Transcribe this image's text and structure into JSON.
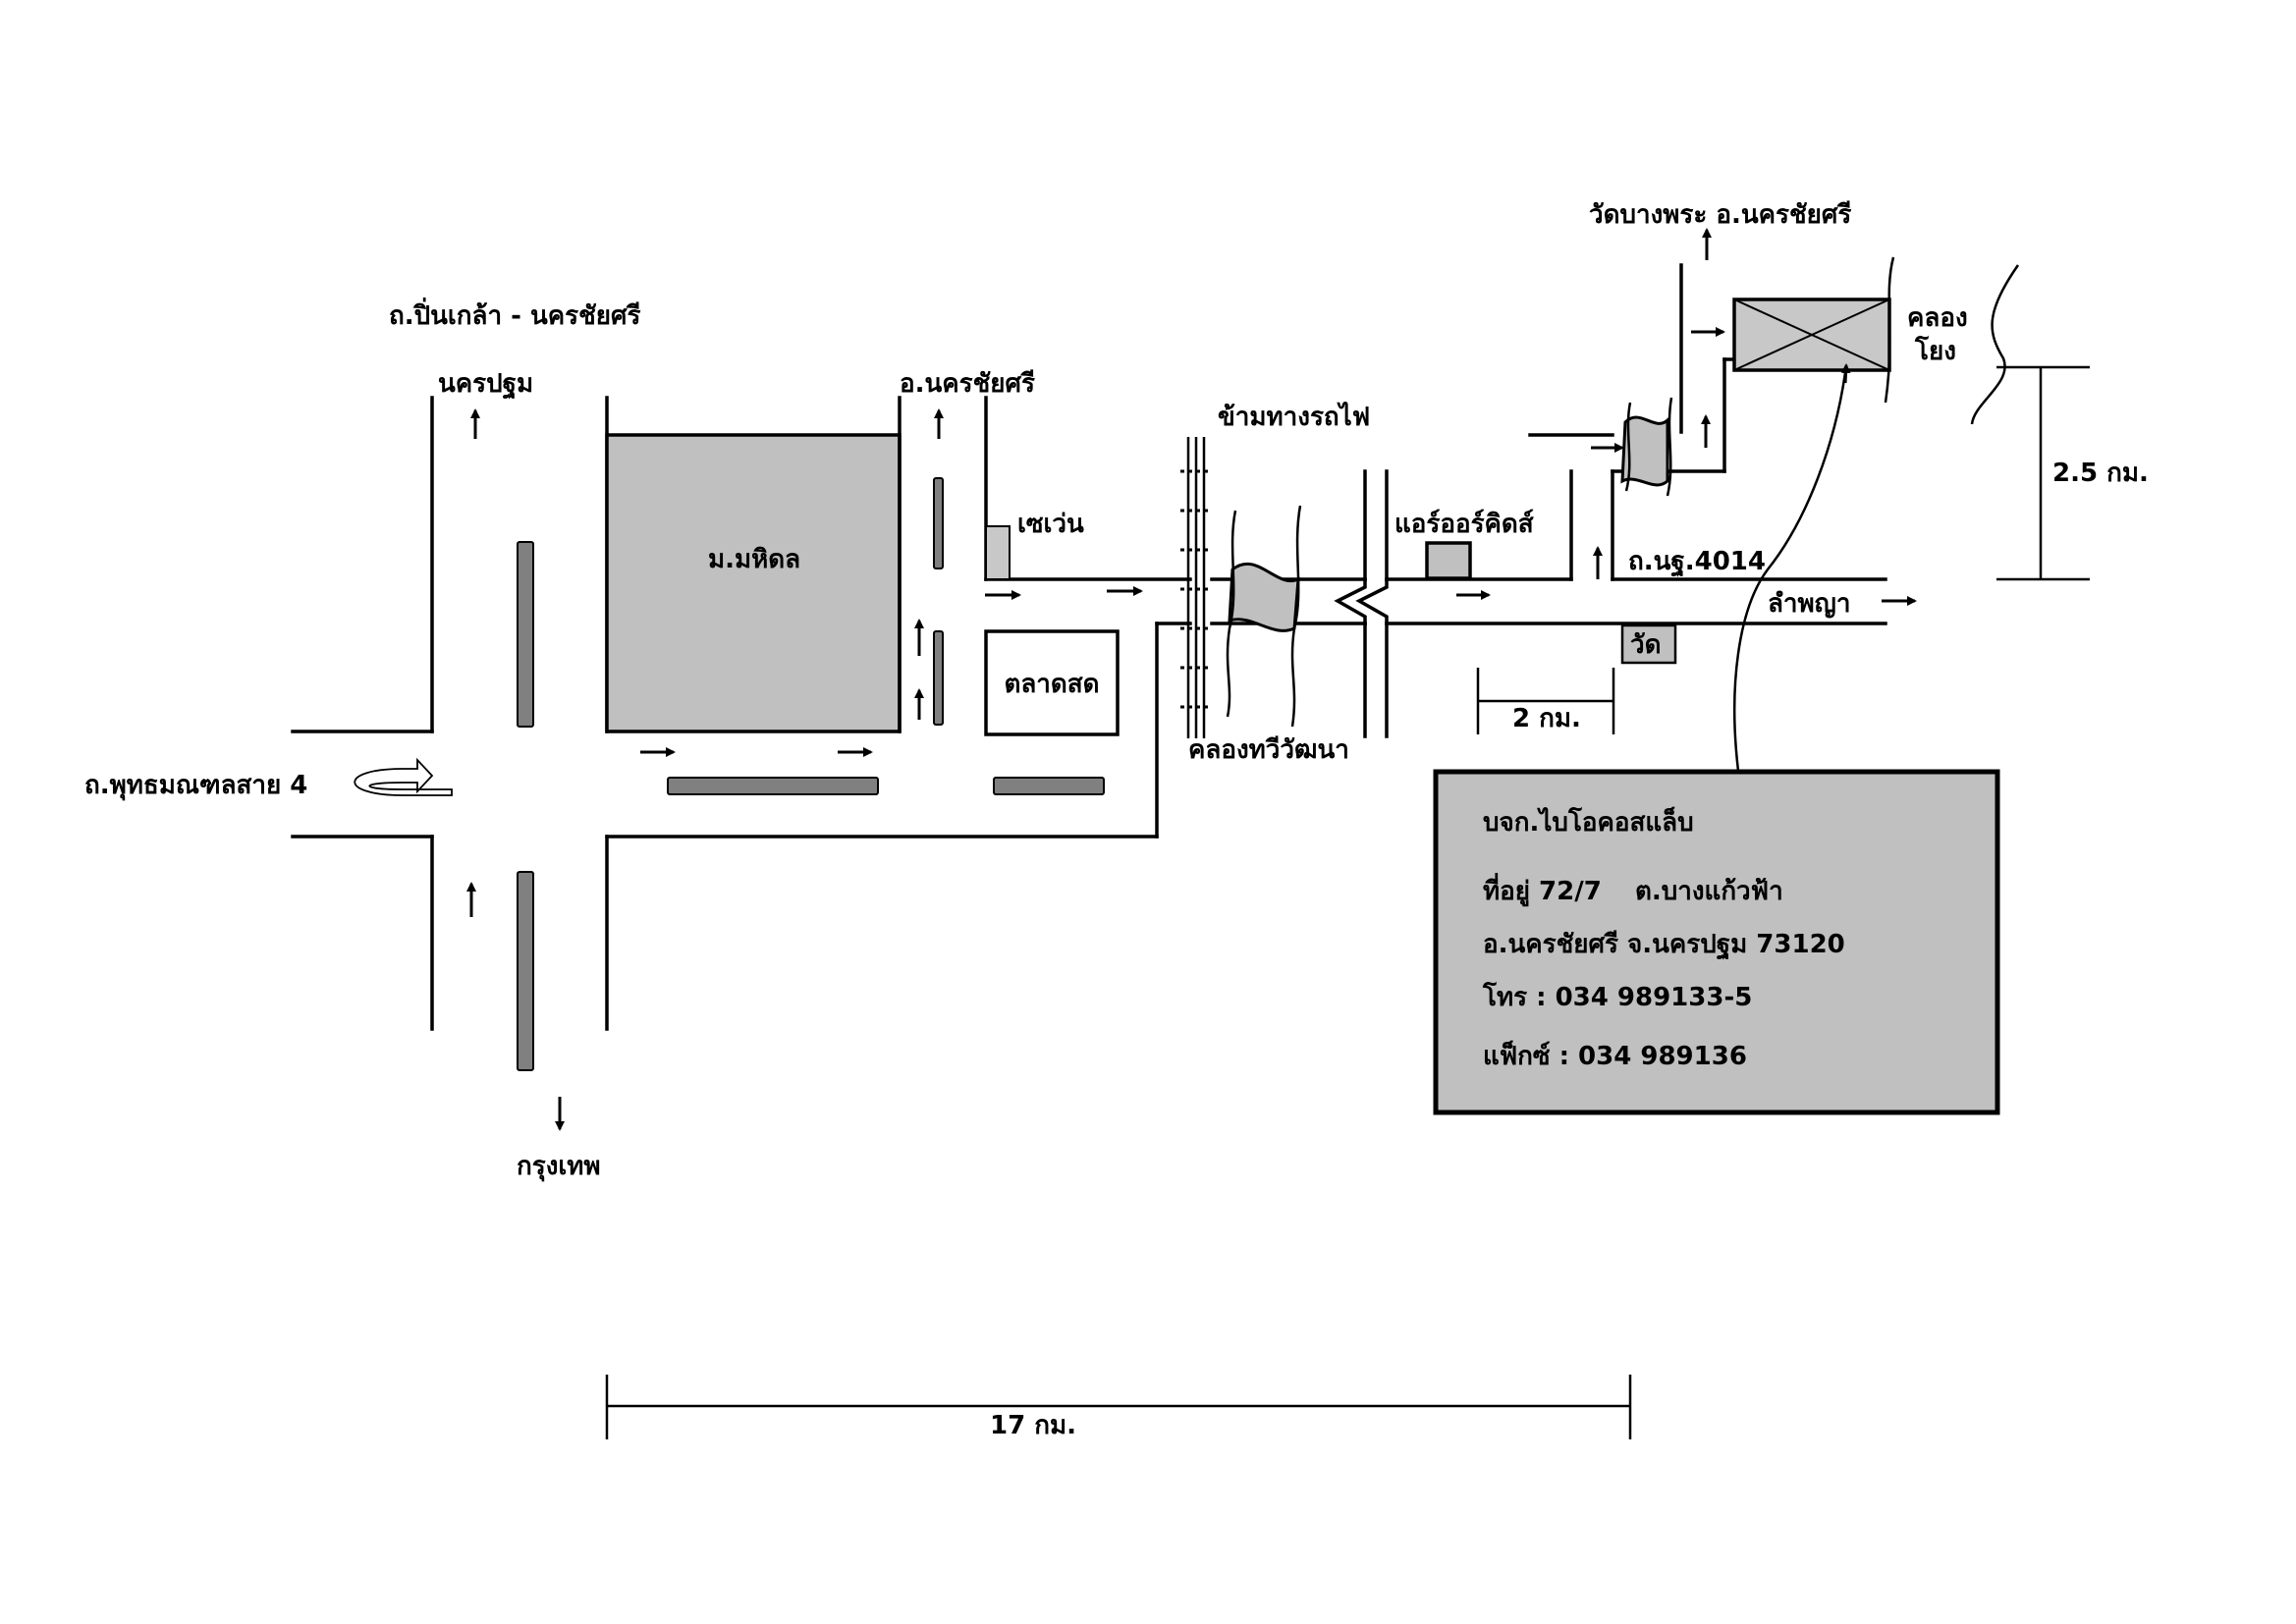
{
  "labels": {
    "road_pinklao": "ถ.ปิ่นเกล้า - นครชัยศรี",
    "nakhon_pathom_north": "นครปฐม",
    "amphoe_nakhon_chai_si": "อ.นครชัยศรี",
    "railway_crossing": "ข้ามทางรถไฟ",
    "wat_bang_phra": "วัดบางพระ อ.นครชัยศรี",
    "khlong_yong": [
      "คลอง",
      "โยง"
    ],
    "distance_right": "2.5 กม.",
    "mahidol": "ม.มหิดล",
    "seven_eleven": "เซเว่น",
    "orchids": "แอร์ออร์คิดส์",
    "road_nor_ror": "ถ.นฐ.4014",
    "lam_phaya": "ลำพญา",
    "fresh_market": "ตลาดสด",
    "temple": "วัด",
    "khlong_thawi_watthana": "คลองทวีวัฒนา",
    "distance_2km": "2 กม.",
    "road_phutthamonthon": "ถ.พุทธมณฑลสาย 4",
    "bangkok": "กรุงเทพ",
    "distance_17km": "17 กม."
  },
  "info_box": {
    "company": "บจก.ไบโอคอสแล็บ",
    "address_no": "ที่อยู่ 72/7",
    "subdistrict": "ต.บางแก้วฟ้า",
    "district_line": "อ.นครชัยศรี จ.นครปฐม  73120",
    "phone": "โทร : 034 989133-5",
    "fax": "แฟ็กซ์ : 034 989136"
  },
  "colors": {
    "block_fill": "#c0c0c0",
    "median_fill": "#808080",
    "outline": "#000000"
  },
  "icons": {
    "u_turn": "u-turn-icon",
    "destination": "crossed-box-icon"
  }
}
